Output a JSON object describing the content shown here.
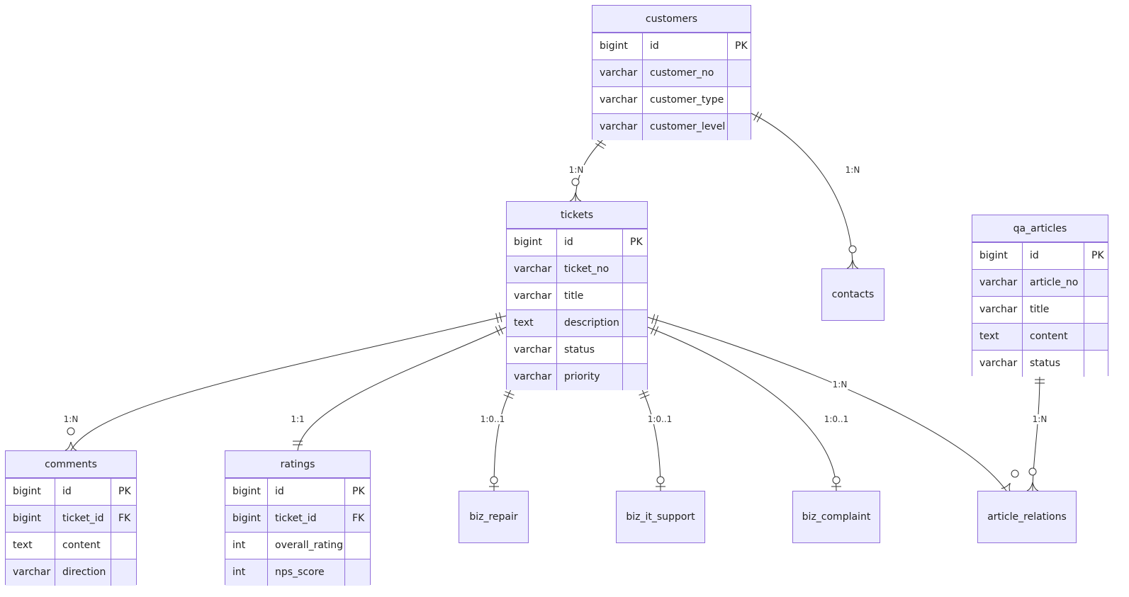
{
  "entities": [
    {
      "key": "customers",
      "name": "customers",
      "fields": [
        {
          "type": "bigint",
          "name": "id",
          "key": "PK"
        },
        {
          "type": "varchar",
          "name": "customer_no",
          "key": ""
        },
        {
          "type": "varchar",
          "name": "customer_type",
          "key": ""
        },
        {
          "type": "varchar",
          "name": "customer_level",
          "key": ""
        }
      ]
    },
    {
      "key": "tickets",
      "name": "tickets",
      "fields": [
        {
          "type": "bigint",
          "name": "id",
          "key": "PK"
        },
        {
          "type": "varchar",
          "name": "ticket_no",
          "key": ""
        },
        {
          "type": "varchar",
          "name": "title",
          "key": ""
        },
        {
          "type": "text",
          "name": "description",
          "key": ""
        },
        {
          "type": "varchar",
          "name": "status",
          "key": ""
        },
        {
          "type": "varchar",
          "name": "priority",
          "key": ""
        }
      ]
    },
    {
      "key": "qa_articles",
      "name": "qa_articles",
      "fields": [
        {
          "type": "bigint",
          "name": "id",
          "key": "PK"
        },
        {
          "type": "varchar",
          "name": "article_no",
          "key": ""
        },
        {
          "type": "varchar",
          "name": "title",
          "key": ""
        },
        {
          "type": "text",
          "name": "content",
          "key": ""
        },
        {
          "type": "varchar",
          "name": "status",
          "key": ""
        }
      ]
    },
    {
      "key": "comments",
      "name": "comments",
      "fields": [
        {
          "type": "bigint",
          "name": "id",
          "key": "PK"
        },
        {
          "type": "bigint",
          "name": "ticket_id",
          "key": "FK"
        },
        {
          "type": "text",
          "name": "content",
          "key": ""
        },
        {
          "type": "varchar",
          "name": "direction",
          "key": ""
        }
      ]
    },
    {
      "key": "ratings",
      "name": "ratings",
      "fields": [
        {
          "type": "bigint",
          "name": "id",
          "key": "PK"
        },
        {
          "type": "bigint",
          "name": "ticket_id",
          "key": "FK"
        },
        {
          "type": "int",
          "name": "overall_rating",
          "key": ""
        },
        {
          "type": "int",
          "name": "nps_score",
          "key": ""
        }
      ]
    },
    {
      "key": "contacts",
      "name": "contacts",
      "fields": []
    },
    {
      "key": "biz_repair",
      "name": "biz_repair",
      "fields": []
    },
    {
      "key": "biz_it_support",
      "name": "biz_it_support",
      "fields": []
    },
    {
      "key": "biz_complaint",
      "name": "biz_complaint",
      "fields": []
    },
    {
      "key": "article_relations",
      "name": "article_relations",
      "fields": []
    }
  ],
  "relationships": [
    {
      "from": "customers",
      "to": "tickets",
      "label": "1:N",
      "from_card": "one",
      "to_card": "zero-or-many"
    },
    {
      "from": "customers",
      "to": "contacts",
      "label": "1:N",
      "from_card": "one",
      "to_card": "zero-or-many"
    },
    {
      "from": "tickets",
      "to": "comments",
      "label": "1:N",
      "from_card": "one",
      "to_card": "zero-or-many"
    },
    {
      "from": "tickets",
      "to": "ratings",
      "label": "1:1",
      "from_card": "one",
      "to_card": "one"
    },
    {
      "from": "tickets",
      "to": "biz_repair",
      "label": "1:0..1",
      "from_card": "one",
      "to_card": "zero-or-one"
    },
    {
      "from": "tickets",
      "to": "biz_it_support",
      "label": "1:0..1",
      "from_card": "one",
      "to_card": "zero-or-one"
    },
    {
      "from": "tickets",
      "to": "biz_complaint",
      "label": "1:0..1",
      "from_card": "one",
      "to_card": "zero-or-one"
    },
    {
      "from": "tickets",
      "to": "article_relations",
      "label": "1:N",
      "from_card": "one",
      "to_card": "zero-or-many"
    },
    {
      "from": "qa_articles",
      "to": "article_relations",
      "label": "1:N",
      "from_card": "one",
      "to_card": "zero-or-many"
    }
  ]
}
